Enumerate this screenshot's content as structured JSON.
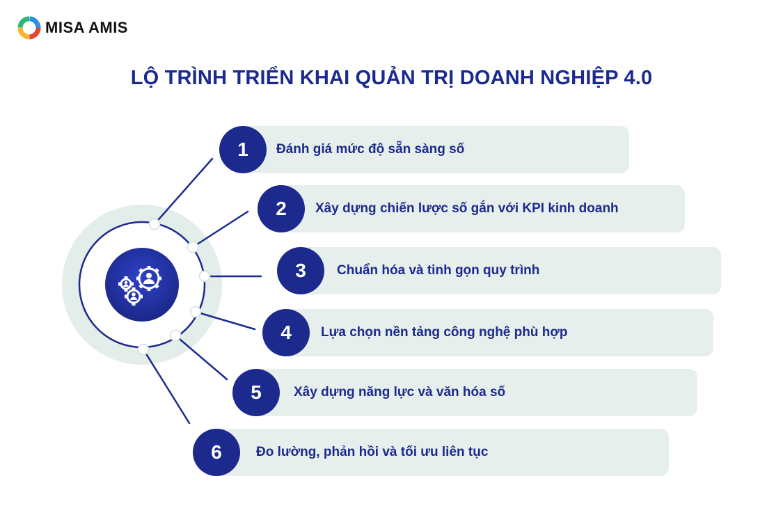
{
  "brand": {
    "name": "MISA AMIS",
    "logo_icon": "misa-amis-logo-icon"
  },
  "title": "LỘ TRÌNH TRIỂN KHAI QUẢN TRỊ DOANH NGHIỆP 4.0",
  "hub_icon": "gears-people-icon",
  "colors": {
    "primary": "#1c2a8e",
    "card_bg": "#e6efec",
    "ring_bg": "#e3ede9"
  },
  "steps": [
    {
      "number": "1",
      "label": "Đánh giá mức độ sẵn sàng số"
    },
    {
      "number": "2",
      "label": "Xây dựng chiến lược số gắn với KPI kinh doanh"
    },
    {
      "number": "3",
      "label": "Chuẩn hóa và tinh gọn quy trình"
    },
    {
      "number": "4",
      "label": "Lựa chọn nền tảng công nghệ phù hợp"
    },
    {
      "number": "5",
      "label": "Xây dựng năng lực và văn hóa số"
    },
    {
      "number": "6",
      "label": "Đo lường, phản hồi và tối ưu liên tục"
    }
  ]
}
